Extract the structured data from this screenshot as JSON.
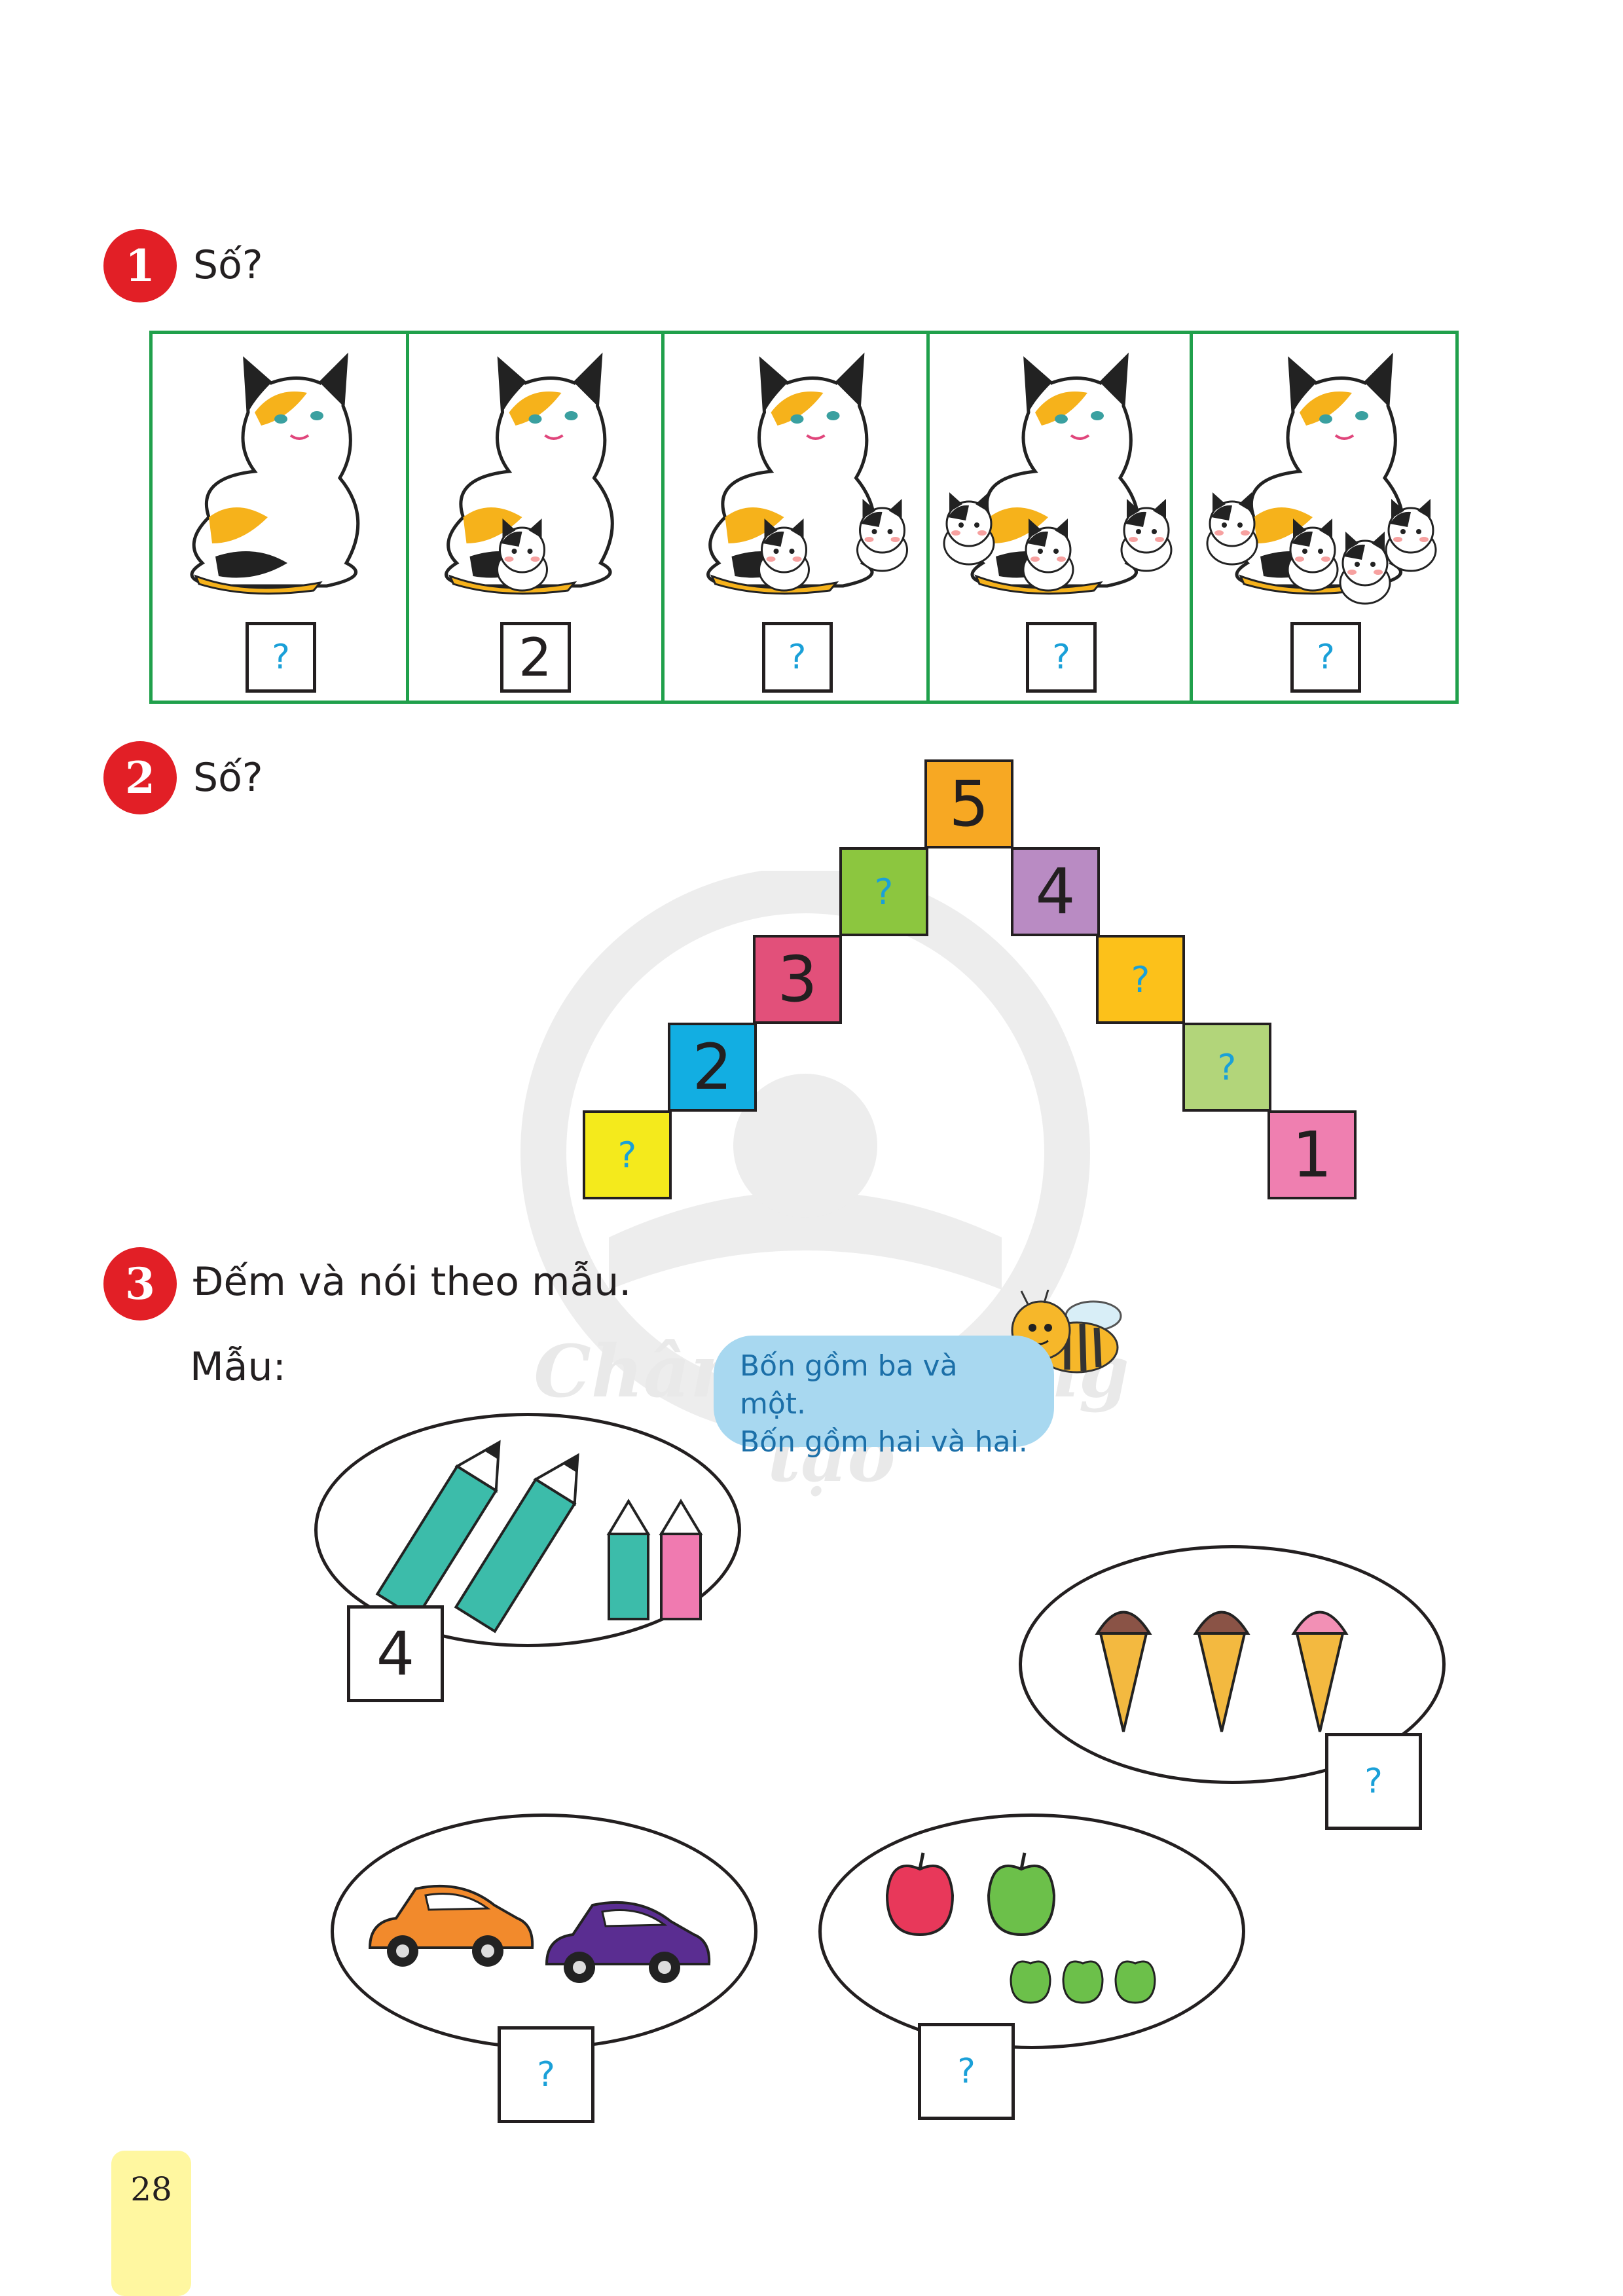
{
  "exercise1": {
    "number": "1",
    "prompt": "Số?",
    "boxes": [
      "?",
      "2",
      "?",
      "?",
      "?"
    ],
    "kittens_per_panel": [
      0,
      1,
      2,
      3,
      4
    ]
  },
  "exercise2": {
    "number": "2",
    "prompt": "Số?",
    "steps": [
      {
        "label": "?",
        "color": "#f4ea1c"
      },
      {
        "label": "2",
        "color": "#12aee2"
      },
      {
        "label": "3",
        "color": "#e2507a"
      },
      {
        "label": "?",
        "color": "#8cc63f"
      },
      {
        "label": "5",
        "color": "#f7a823"
      },
      {
        "label": "4",
        "color": "#b98bc3"
      },
      {
        "label": "?",
        "color": "#fcc11a"
      },
      {
        "label": "?",
        "color": "#b2d57a"
      },
      {
        "label": "1",
        "color": "#ef7fb0"
      }
    ]
  },
  "exercise3": {
    "number": "3",
    "prompt": "Đếm và nói theo mẫu.",
    "sample_label": "Mẫu:",
    "speech_line1": "Bốn gồm ba và một.",
    "speech_line2": "Bốn gồm hai và hai.",
    "pencils_box": "4",
    "icecream_box": "?",
    "cars_box": "?",
    "apples_box": "?"
  },
  "watermark": "Chân trời sáng tạo",
  "page_number": "28"
}
